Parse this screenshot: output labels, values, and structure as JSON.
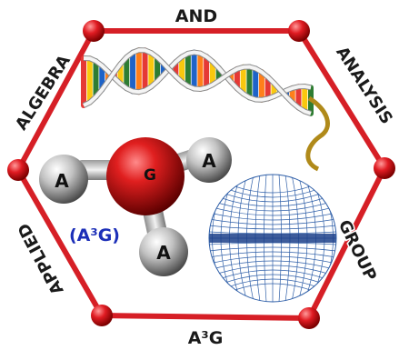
{
  "labels": {
    "top": "AND",
    "top_left": "ALGEBRA",
    "top_right": "ANALYSIS",
    "bottom_left": "APPLIED",
    "bottom_right": "GROUP",
    "bottom": "A³G"
  },
  "molecule": {
    "center": "G",
    "left": "A",
    "right": "A",
    "bottom": "A",
    "formula": "(A³G)"
  },
  "colors": {
    "frame": "#d61f26",
    "node": "#e01b22",
    "center_ball": "#c01010",
    "outer_ball": "#a8a8a8",
    "formula": "#1c2fb8",
    "grid": "#2f5fa8",
    "dna_colors": [
      "#e53935",
      "#f9c80e",
      "#2e7d32",
      "#1e63c8",
      "#ff7f1a"
    ]
  }
}
